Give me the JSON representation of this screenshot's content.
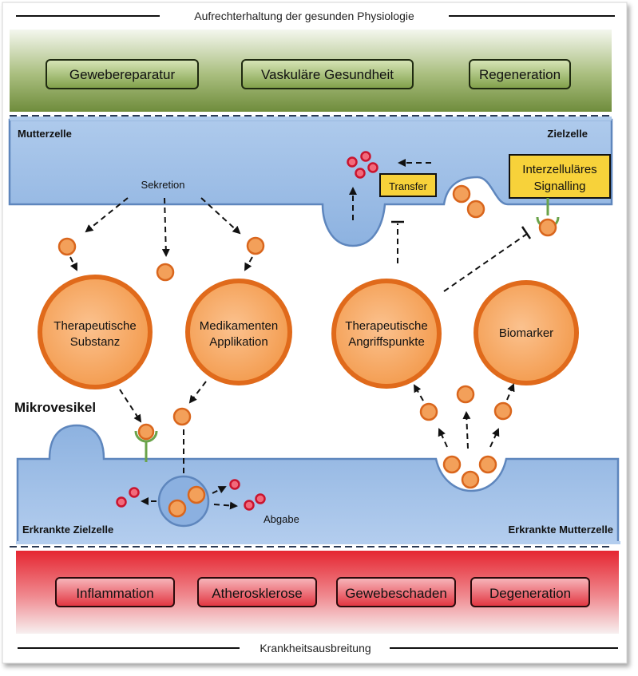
{
  "top_title": "Aufrechterhaltung der gesunden Physiologie",
  "bottom_title": "Krankheitsausbreitung",
  "healthy_boxes": [
    "Gewebereparatur",
    "Vaskuläre Gesundheit",
    "Regeneration"
  ],
  "disease_boxes": [
    "Inflammation",
    "Atherosklerose",
    "Gewebeschaden",
    "Degeneration"
  ],
  "upper_cells": {
    "left": "Mutterzelle",
    "right": "Zielzelle"
  },
  "lower_cells": {
    "left": "Erkrankte Zielzelle",
    "right": "Erkrankte Mutterzelle"
  },
  "labels": {
    "secretion": "Sekretion",
    "transfer": "Transfer",
    "intercellular_1": "Interzelluläres",
    "intercellular_2": "Signalling",
    "microvesicle": "Mikrovesikel",
    "release": "Abgabe"
  },
  "circles": [
    {
      "line1": "Therapeutische",
      "line2": "Substanz"
    },
    {
      "line1": "Medikamenten",
      "line2": "Applikation"
    },
    {
      "line1": "Therapeutische",
      "line2": "Angriffspunkte"
    },
    {
      "line1": "Biomarker",
      "line2": ""
    }
  ],
  "colors": {
    "healthy_band": "#8aa35a",
    "disease_band": "#e8303c",
    "membrane": "#a9c6ea",
    "vesicle": "#f3a05a",
    "vesicle_stroke": "#e06a1b",
    "highlight_box": "#f7d23a"
  }
}
